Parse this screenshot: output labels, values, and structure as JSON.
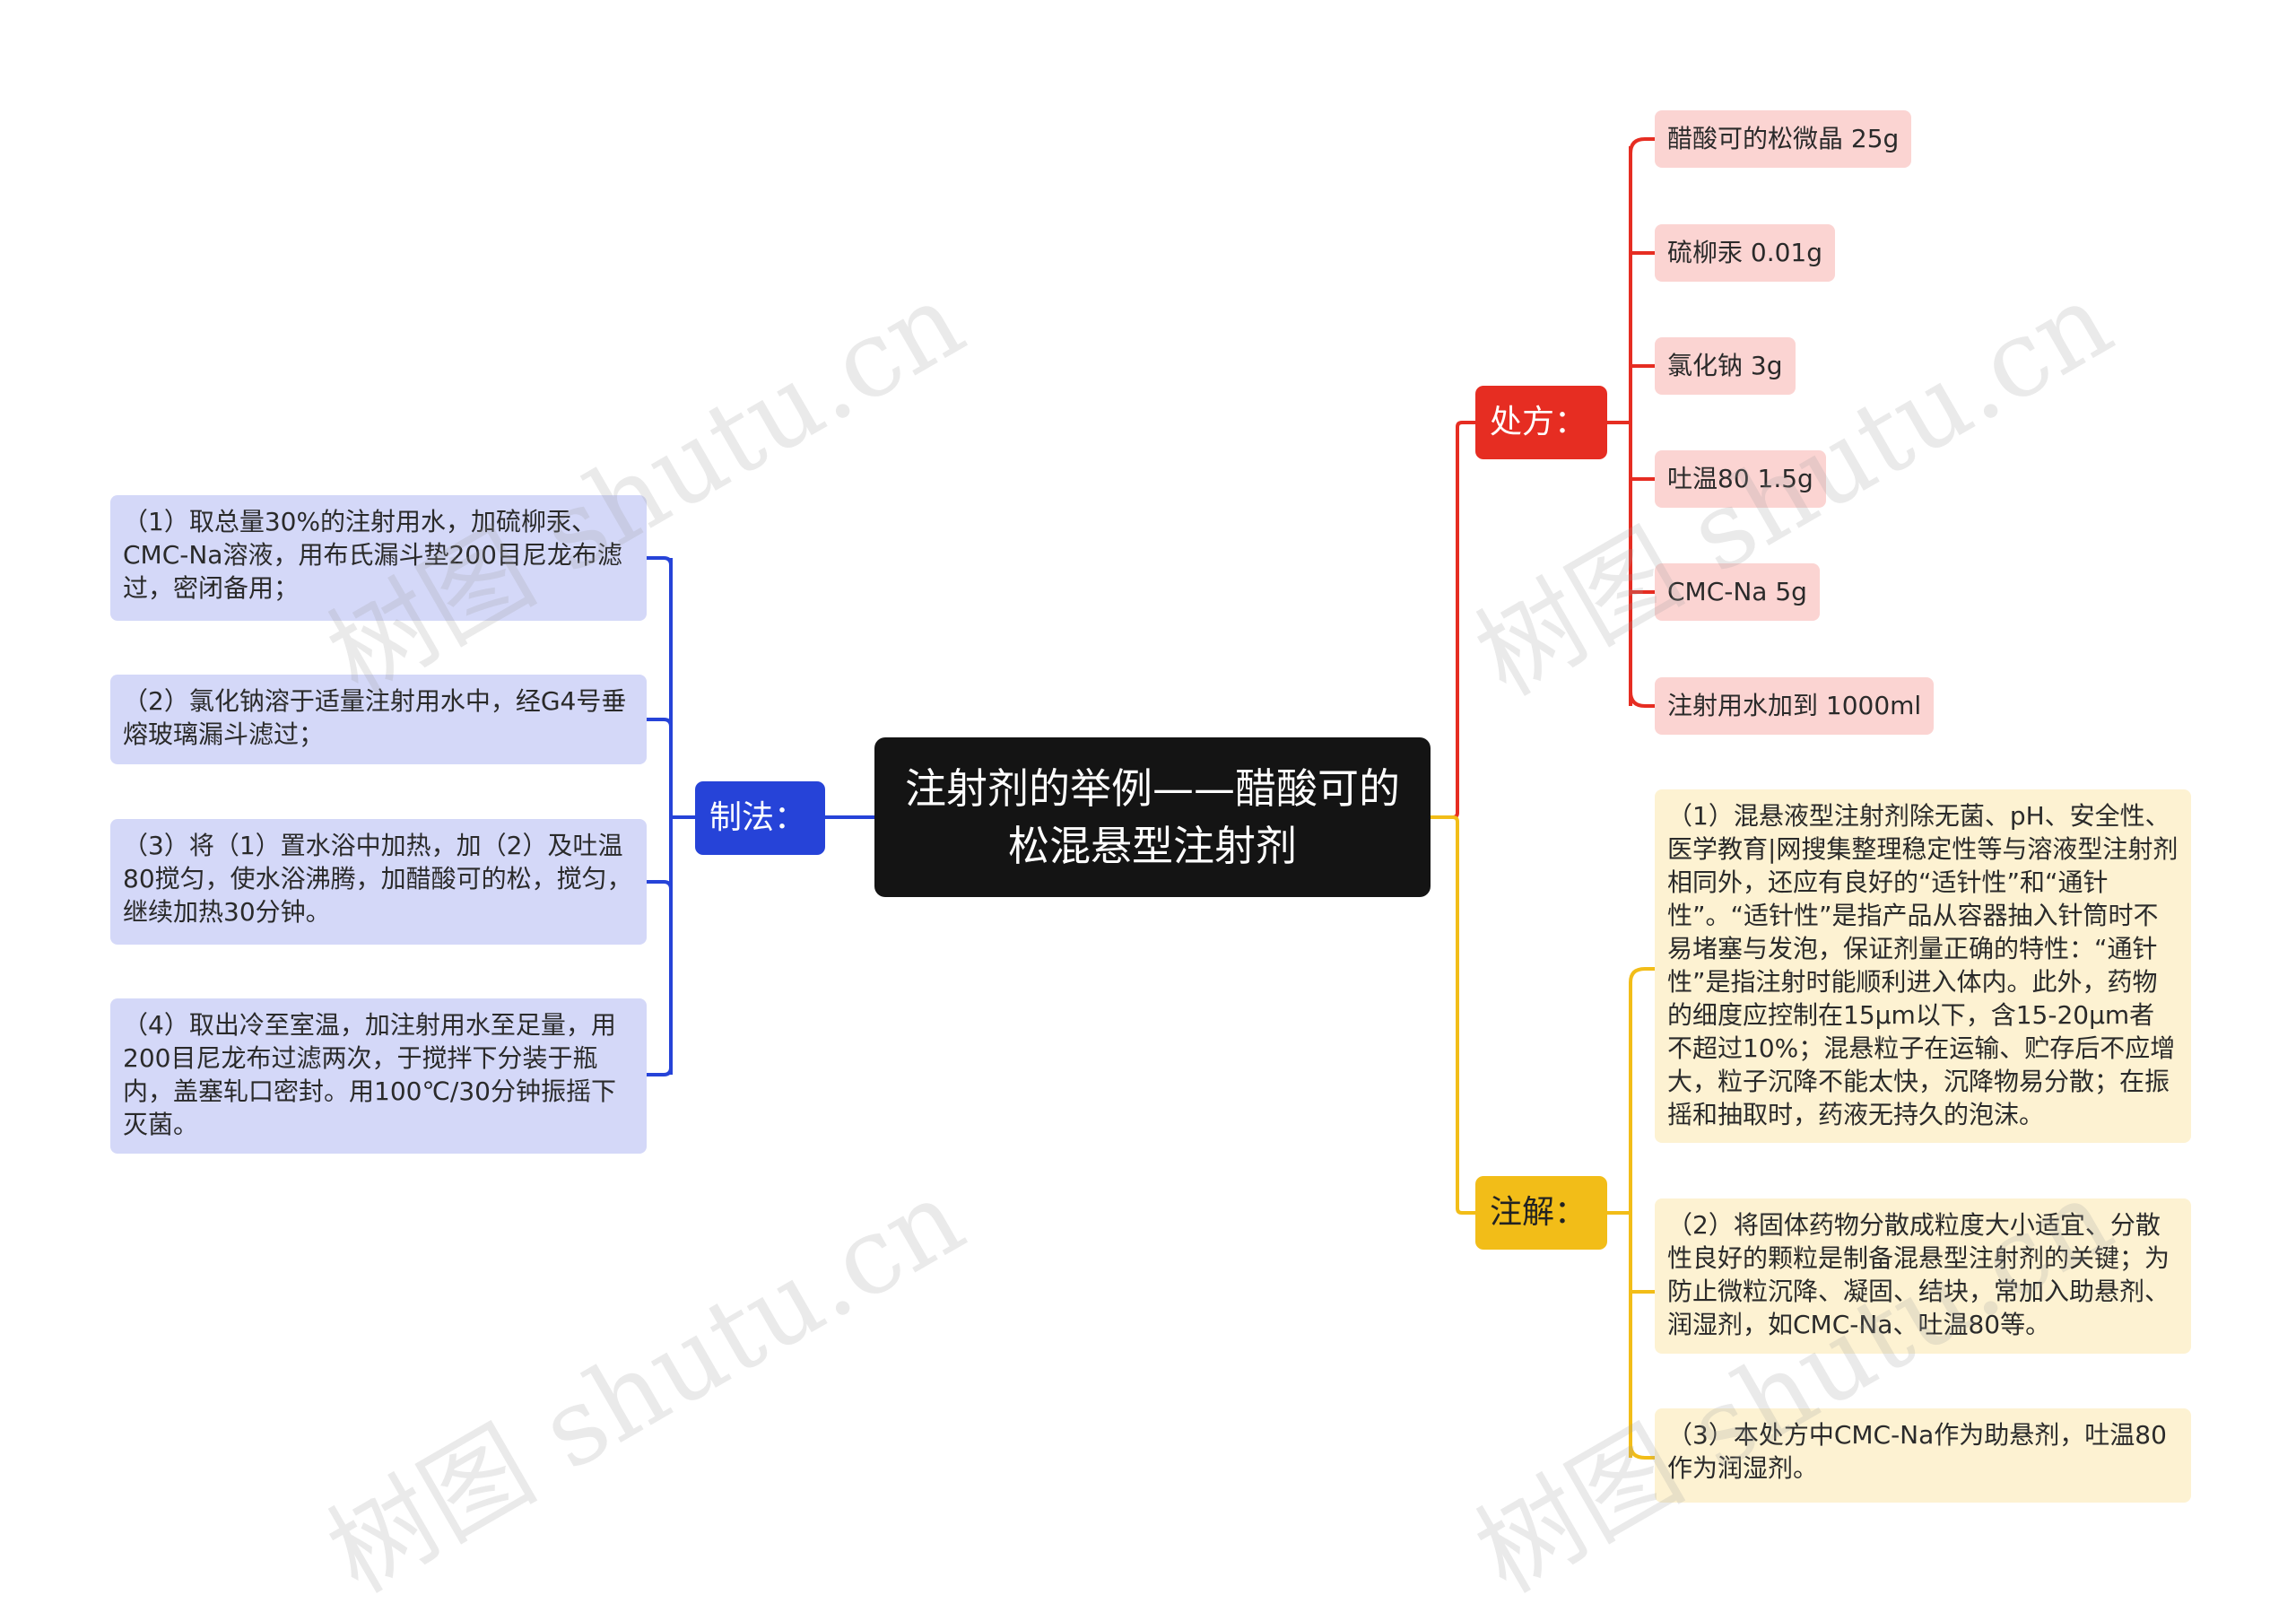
{
  "root": {
    "title": "注射剂的举例——醋酸可的松混悬型注射剂"
  },
  "colors": {
    "root": "#141414",
    "zhifa": "#2643d8",
    "chufang": "#e62d22",
    "zhujie": "#f2bd18"
  },
  "branches": {
    "zhifa": {
      "label": "制法：",
      "items": [
        "（1）取总量30%的注射用水，加硫柳汞、CMC-Na溶液，用布氏漏斗垫200目尼龙布滤过，密闭备用；",
        "（2）氯化钠溶于适量注射用水中，经G4号垂熔玻璃漏斗滤过；",
        "（3）将（1）置水浴中加热，加（2）及吐温80搅匀，使水浴沸腾，加醋酸可的松，搅匀，继续加热30分钟。",
        "（4）取出冷至室温，加注射用水至足量，用200目尼龙布过滤两次，于搅拌下分装于瓶内，盖塞轧口密封。用100℃/30分钟振摇下灭菌。"
      ]
    },
    "chufang": {
      "label": "处方：",
      "items": [
        "醋酸可的松微晶  25g",
        "硫柳汞  0.01g",
        "氯化钠   3g",
        "吐温80  1.5g",
        "CMC-Na  5g",
        "注射用水加到  1000ml"
      ]
    },
    "zhujie": {
      "label": "注解：",
      "items": [
        "（1）混悬液型注射剂除无菌、pH、安全性、医学教育|网搜集整理稳定性等与溶液型注射剂相同外，还应有良好的“适针性”和“通针性”。“适针性”是指产品从容器抽入针筒时不易堵塞与发泡，保证剂量正确的特性：“通针性”是指注射时能顺利进入体内。此外，药物的细度应控制在15μm以下，含15-20μm者不超过10%；混悬粒子在运输、贮存后不应增大，粒子沉降不能太快，沉降物易分散；在振摇和抽取时，药液无持久的泡沫。",
        "（2）将固体药物分散成粒度大小适宜、分散性良好的颗粒是制备混悬型注射剂的关键；为防止微粒沉降、凝固、结块，常加入助悬剂、润湿剂，如CMC-Na、吐温80等。",
        "（3）本处方中CMC-Na作为助悬剂，吐温80作为润湿剂。"
      ]
    }
  },
  "watermark": "树图 shutu.cn"
}
